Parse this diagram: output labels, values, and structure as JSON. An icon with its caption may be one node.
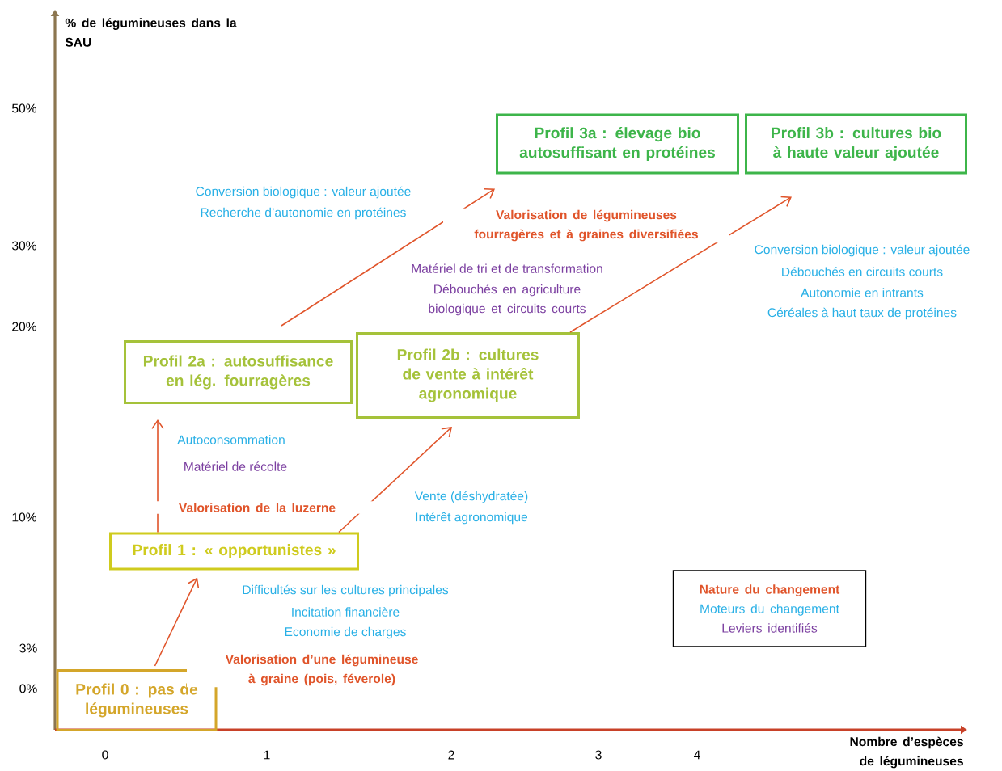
{
  "diagram": {
    "nodes": [
      {
        "text": [
          "Profil 0 : pas de légumineuses"
        ]
      },
      {
        "text": [
          "Profil 1 : « opportunistes »"
        ]
      },
      {
        "text": [
          "Profil 2a : autosuffisance en lég. fourragères"
        ]
      },
      {
        "text": [
          "Profil 2b : cultures de vente à intérêt agronomique"
        ]
      },
      {
        "text": [
          "Profil 3a : élevage bio autosuffisant en protéines"
        ]
      },
      {
        "text": [
          "Profil 3b : cultures bio à haute valeur ajoutée"
        ]
      },
      {
        "text": [
          "Nature du changement",
          "Moteurs du changement",
          "Leviers identifiés"
        ]
      }
    ],
    "edges": [
      {
        "from": 0,
        "to": 1,
        "arrow": "to",
        "label": "Valorisation d’une légumineuse à graine (pois, féverole)"
      },
      {
        "from": 1,
        "to": 2,
        "arrow": "to",
        "label": "Valorisation de la luzerne"
      },
      {
        "from": 1,
        "to": 3,
        "arrow": "to"
      },
      {
        "from": 2,
        "to": 4,
        "arrow": "to",
        "label": "Valorisation de légumineuses fourragères et à graines diversifiées"
      },
      {
        "from": 3,
        "to": 5,
        "arrow": "to"
      }
    ],
    "labels": [
      "% de légumineuses dans la SAU",
      "50%",
      "30%",
      "20%",
      "10%",
      "3%",
      "0%",
      "Conversion biologique : valeur ajoutée",
      "Recherche d’autonomie en protéines",
      "Matériel de tri et de transformation",
      "Débouchés en agriculture biologique et circuits courts",
      "Conversion biologique : valeur ajoutée",
      "Débouchés en circuits courts",
      "Autonomie en intrants",
      "Céréales à haut taux de protéines",
      "Autoconsommation",
      "Matériel de récolte",
      "Vente (déshydratée)",
      "Intérêt agronomique",
      "Difficultés sur les cultures principales",
      "Incitation financière",
      "Economie de charges",
      "0",
      "1",
      "2",
      "3",
      "4",
      "Nombre d’espèces de légumineuses"
    ]
  }
}
